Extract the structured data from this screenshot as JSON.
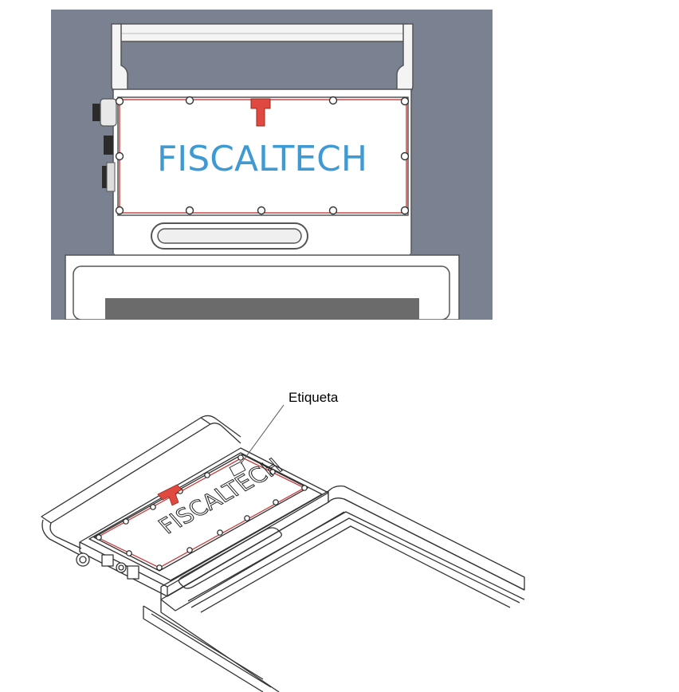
{
  "top_view": {
    "brand": "FISCALTECH",
    "colors": {
      "background": "#7a8190",
      "body": "#ffffff",
      "outline": "#555555",
      "seal": "#e0493f",
      "brand": "#3f9ad4",
      "screen": "#6b6b6b"
    }
  },
  "iso_view": {
    "brand": "FISCALTECH",
    "callout": "Etiqueta",
    "colors": {
      "line": "#333333",
      "seal": "#e0493f",
      "brand": "#222222"
    }
  }
}
